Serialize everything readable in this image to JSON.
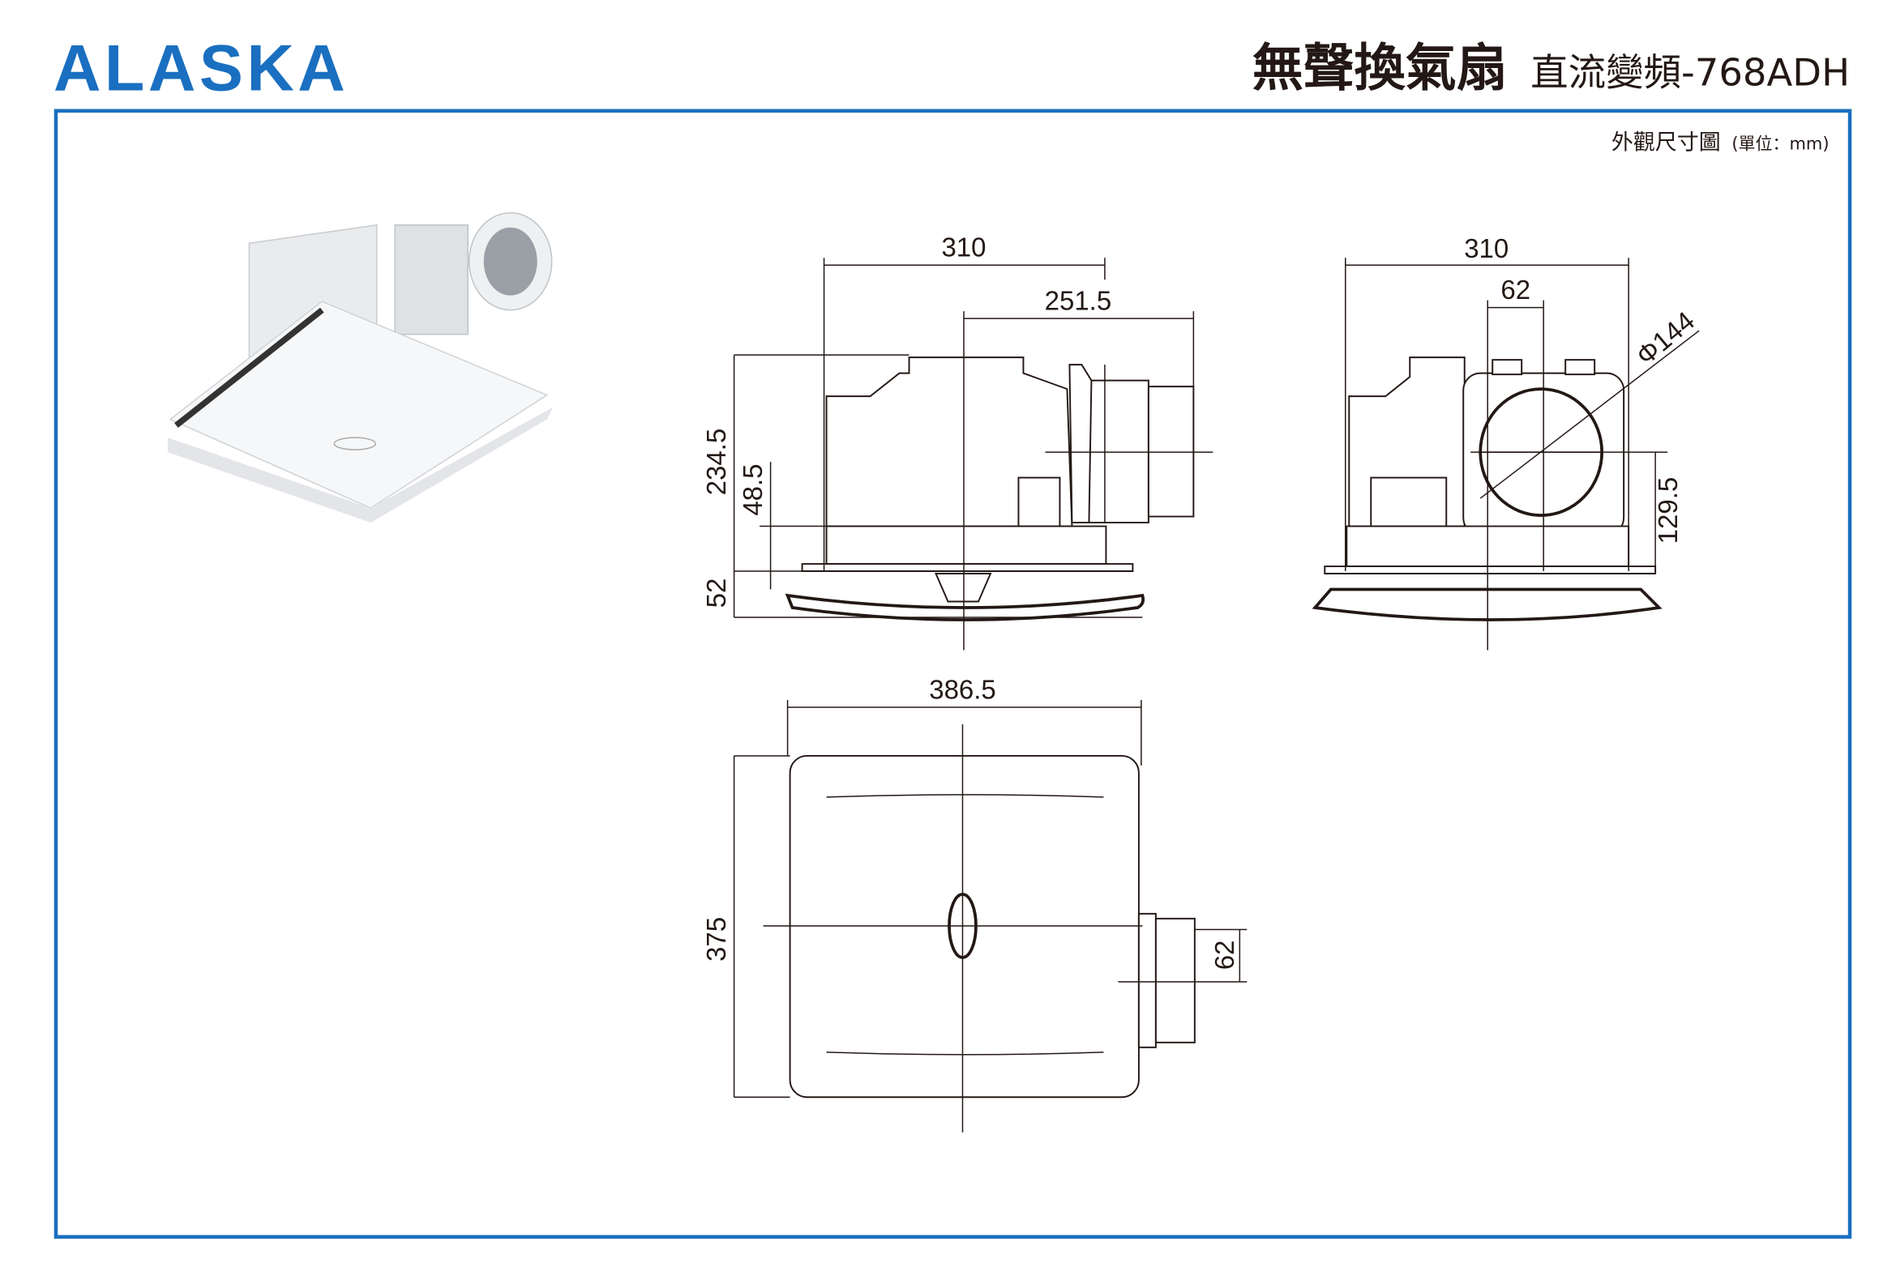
{
  "header": {
    "brand_logo": "ALASKA",
    "title_main": "無聲換氣扇",
    "title_sub": "直流變頻-768ADH",
    "brand_color": "#1a6fc0"
  },
  "drawing": {
    "caption": "外觀尺寸圖",
    "unit": "(單位：mm)",
    "side_view": {
      "width": "310",
      "duct_offset": "251.5",
      "height": "234.5",
      "duct_height": "48.5",
      "grille_height": "52"
    },
    "front_view": {
      "width": "310",
      "duct_gap": "62",
      "duct_diameter": "Φ144",
      "duct_center_height": "129.5"
    },
    "top_view": {
      "width": "386.5",
      "depth": "375",
      "duct_width": "62"
    }
  }
}
